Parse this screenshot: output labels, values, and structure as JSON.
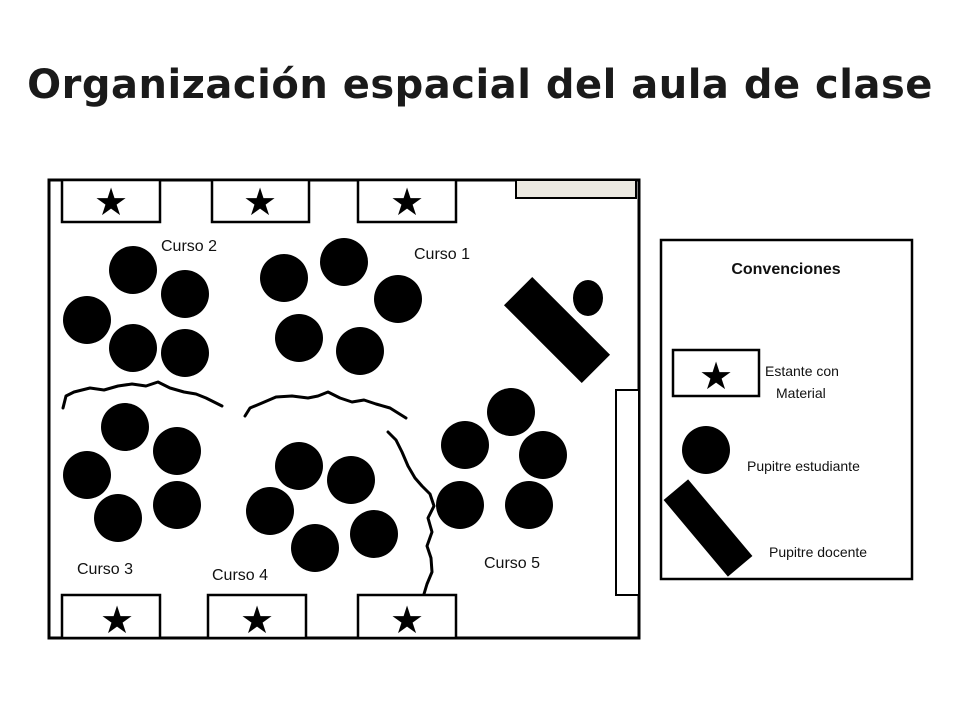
{
  "title": "Organización espacial del aula de clase",
  "groups": {
    "g1": "Curso 1",
    "g2": "Curso 2",
    "g3": "Curso 3",
    "g4": "Curso 4",
    "g5": "Curso 5"
  },
  "shelf_symbol": "★",
  "legend": {
    "title": "Convenciones",
    "shelf_line1": "Estante con",
    "shelf_line2": "Material",
    "student_desk": "Pupitre estudiante",
    "teacher_desk": "Pupitre docente"
  },
  "colors": {
    "ink": "#000000",
    "door": "#ece9e1",
    "background": "#ffffff"
  }
}
